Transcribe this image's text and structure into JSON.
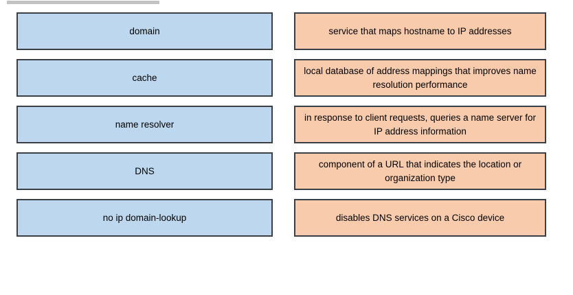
{
  "page": {
    "title": "DNS terminology matching exercise",
    "background_color": "#ffffff",
    "top_bar": {
      "name": "top-progress-bar",
      "color": "#c3c3c3"
    }
  },
  "colors": {
    "term_fill": "#bdd7ee",
    "definition_fill": "#f8cbad",
    "border": "#3a3f45",
    "text": "#000000"
  },
  "matching": {
    "terms": [
      {
        "label": "domain"
      },
      {
        "label": "cache"
      },
      {
        "label": "name resolver"
      },
      {
        "label": "DNS"
      },
      {
        "label": "no ip domain-lookup"
      }
    ],
    "definitions": [
      {
        "label": "service that maps hostname to IP addresses"
      },
      {
        "label": "local database of address mappings that improves name resolution performance"
      },
      {
        "label": "in response to client requests, queries a name server for IP address information"
      },
      {
        "label": "component of a URL that indicates the location or organization type"
      },
      {
        "label": "disables DNS services on a Cisco device"
      }
    ]
  }
}
